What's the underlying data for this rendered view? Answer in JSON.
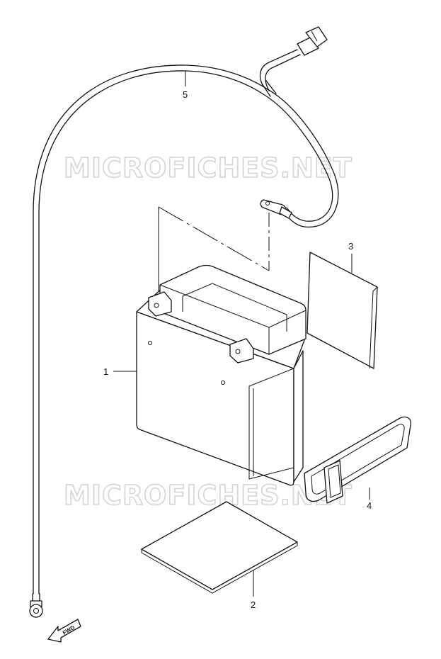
{
  "watermarks": [
    "MICROFICHES.NET",
    "MICROFICHES.NET"
  ],
  "callouts": {
    "battery": "1",
    "battery_pad": "2",
    "battery_label_sheet": "3",
    "battery_band": "4",
    "battery_cable": "5"
  },
  "direction_marker": {
    "label": "FWD",
    "icon": "arrow-left-icon"
  }
}
